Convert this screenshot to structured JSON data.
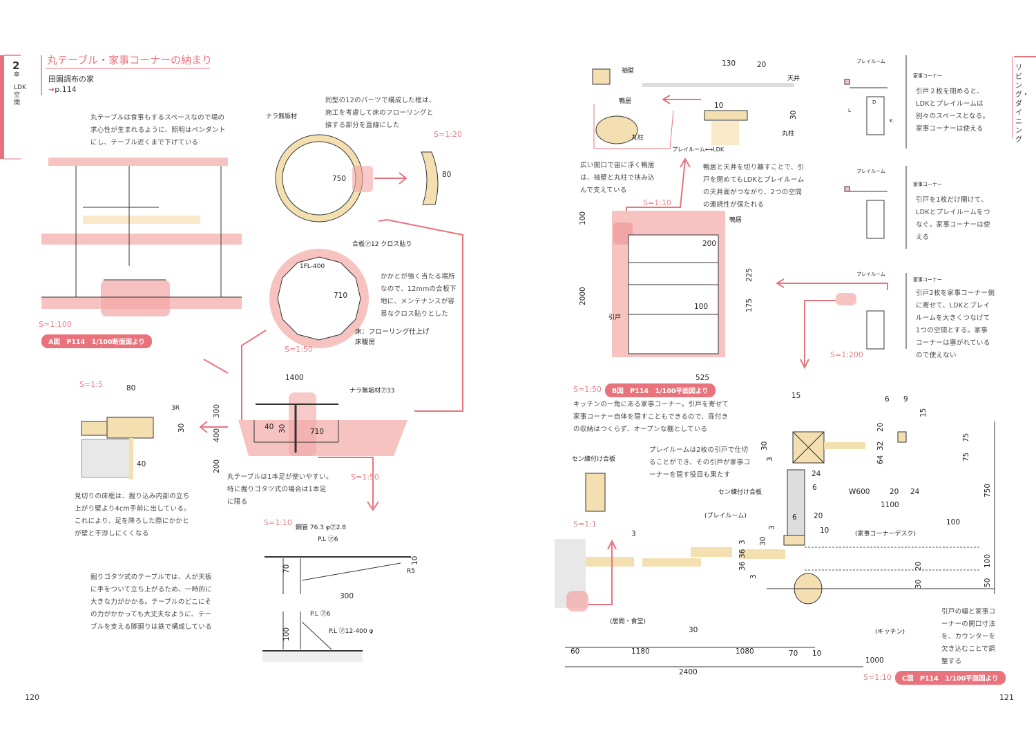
{
  "header": {
    "chapter_num": "2",
    "chapter_suffix": "章",
    "chapter_title": "LDK空間",
    "title": "丸テーブル・家事コーナーの納まり",
    "subtitle": "田園調布の家",
    "ref": "p.114",
    "right_tab": "リビング・ダイニング"
  },
  "pages": {
    "left": "120",
    "right": "121"
  },
  "colors": {
    "accent": "#e9737c",
    "pink_fill": "#f6c3c0",
    "wood": "#f3dfb0"
  },
  "left": {
    "notes": {
      "pendant": "丸テーブルは食事もするスペースなので場の\n求心性が生まれるように、照明はペンダント\nにし、テーブル近くまで下げている",
      "frame": "同型の12のパーツで構成した框は、\n施工を考慮して床のフローリングと\n接する部分を直線にした",
      "heel": "かかとが強く当たる場所\nなので、12mmの合板下\n地に、メンテナンスが容\n易なクロス貼りとした",
      "floor": "床：フローリング仕上げ\n床暖房",
      "edge": "見切りの床框は、掘り込み内部の立ち\n上がり壁より4cm手前に出している。\nこれにより、足を降ろした際にかかと\nが壁と干渉しにくくなる",
      "one_leg": "丸テーブルは1本足が使いやすい。\n特に掘りゴタツ式の場合は1本足\nに限る",
      "steel": "掘りゴタツ式のテーブルでは、人が天板\nに手をついて立ち上がるため、一時的に\n大きな力がかかる。テーブルのどこにそ\nの力がかかっても大丈夫なように、テー\nブルを支える脚廻りは鉄で構成している"
    },
    "labels": {
      "nara": "ナラ無垢材",
      "plywood": "合板㋐12 クロス貼り",
      "fl": "1FL-400",
      "nara33": "ナラ無垢材㋐33",
      "pipe": "鋼管 76.3 φ㋐2.8",
      "pl6a": "P.L ㋐6",
      "pl6b": "P.L ㋐6",
      "pl12": "P.L ㋐12-400 φ",
      "r5": "R5",
      "r3": "3R"
    },
    "scales": {
      "s20": "S=1:20",
      "s50a": "S=1:50",
      "s100": "S=1:100",
      "s5": "S=1:5",
      "s50b": "S=1:50",
      "s10": "S=1:10"
    },
    "badge": "A図　P114　1/100断面図より",
    "dims": {
      "d750": "750",
      "d80": "80",
      "d710": "710",
      "d80b": "80",
      "d30": "30",
      "d40": "40",
      "d1400": "1400",
      "d300": "300",
      "d400": "400",
      "d200": "200",
      "d40b": "40",
      "d30b": "30",
      "d710b": "710",
      "d70": "70",
      "d10": "10",
      "d300b": "300",
      "d100": "100"
    }
  },
  "right": {
    "notes": {
      "lintel": "広い開口で宙に浮く鴨居\nは、袖壁と丸柱で挟み込\nんで支えている",
      "ceiling": "鴨居と天井を切り離すことで、引\n戸を閉めてもLDKとプレイルーム\nの天井面がつながり、2つの空間\nの連続性が保たれる",
      "kitchen": "キッチンの一角にある家事コーナー。引戸を寄せて\n家事コーナー自体を隠すこともできるので、扉付き\nの収納はつくらず、オープンな棚としている",
      "closed": "引戸２枚を閉めると、\nLDKとプレイルームは\n別々のスペースとなる。\n家事コーナーは使える",
      "one_open": "引戸を1枚だけ開けて、\nLDKとプレイルームをつ\nなぐ。家事コーナーは使\nえる",
      "both_open": "引戸2枚を家事コーナー側\nに寄せて、LDKとプレイ\nルームを大きくつなげて\n1つの空間とする。家事\nコーナーは塞がれている\nので使えない",
      "playroom": "プレイルームは2枚の引戸で仕切\nることができ、その引戸が家事コ\nーナーを隠す役目も果たす",
      "adjust": "引戸の幅と家事コ\nーナーの開口寸法\nを、カウンターを\n欠き込むことで調\n整する"
    },
    "labels": {
      "sodekabe": "袖壁",
      "kamoi": "鴨居",
      "marubashira": "丸柱",
      "tenjo": "天井",
      "marubashira2": "丸柱",
      "play_ldk": "プレイルーム⟷LDK",
      "kamoi2": "鴨居",
      "hikido": "引戸",
      "play1": "プレイルーム",
      "kaji1": "家事コーナー",
      "play2": "プレイルーム",
      "kaji2": "家事コーナー",
      "play3": "プレイルーム",
      "kaji3": "家事コーナー",
      "D": "D",
      "L": "L",
      "K": "K",
      "sen1": "セン練付け合板",
      "sen2": "セン練付け合板",
      "room_play": "(プレイルーム)",
      "room_desk": "(家事コーナーデスク)",
      "room_living": "(居間・食堂)",
      "room_kitchen": "(キッチン)"
    },
    "scales": {
      "s10a": "S=1:10",
      "s50": "S=1:50",
      "s200": "S=1:200",
      "s1": "S=1:1",
      "s10b": "S=1:10"
    },
    "badge_b": "B図　P114　1/100平面図より",
    "badge_c": "C図　P114　1/100平面図より",
    "dims": {
      "d130": "130",
      "d20": "20",
      "d10": "10",
      "d30": "30",
      "d100": "100",
      "d200": "200",
      "d2000": "2000",
      "d100b": "100",
      "d225": "225",
      "d175": "175",
      "d525": "525",
      "d15": "15",
      "d6": "6",
      "d9": "9",
      "d15b": "15",
      "d20b": "20",
      "d75a": "75",
      "d75b": "75",
      "d32": "32",
      "d64": "64",
      "d30b": "30",
      "d3a": "3",
      "d24": "24",
      "d6b": "6",
      "dW600": "W600",
      "d20c": "20",
      "d24b": "24",
      "d750": "750",
      "d1100": "1100",
      "d100c": "100",
      "d6c": "6",
      "d20d": "20",
      "d10b": "10",
      "d3b": "3",
      "d3c": "3",
      "d30c": "30",
      "d36a": "36",
      "d36b": "36",
      "d3d": "3",
      "d3e": "3",
      "d100d": "100",
      "d20e": "20",
      "d30d": "30",
      "d50": "50",
      "d30e": "30",
      "d60": "60",
      "d1180": "1180",
      "d1080": "1080",
      "d70": "70",
      "d10c": "10",
      "d1000": "1000",
      "d2400": "2400"
    }
  }
}
